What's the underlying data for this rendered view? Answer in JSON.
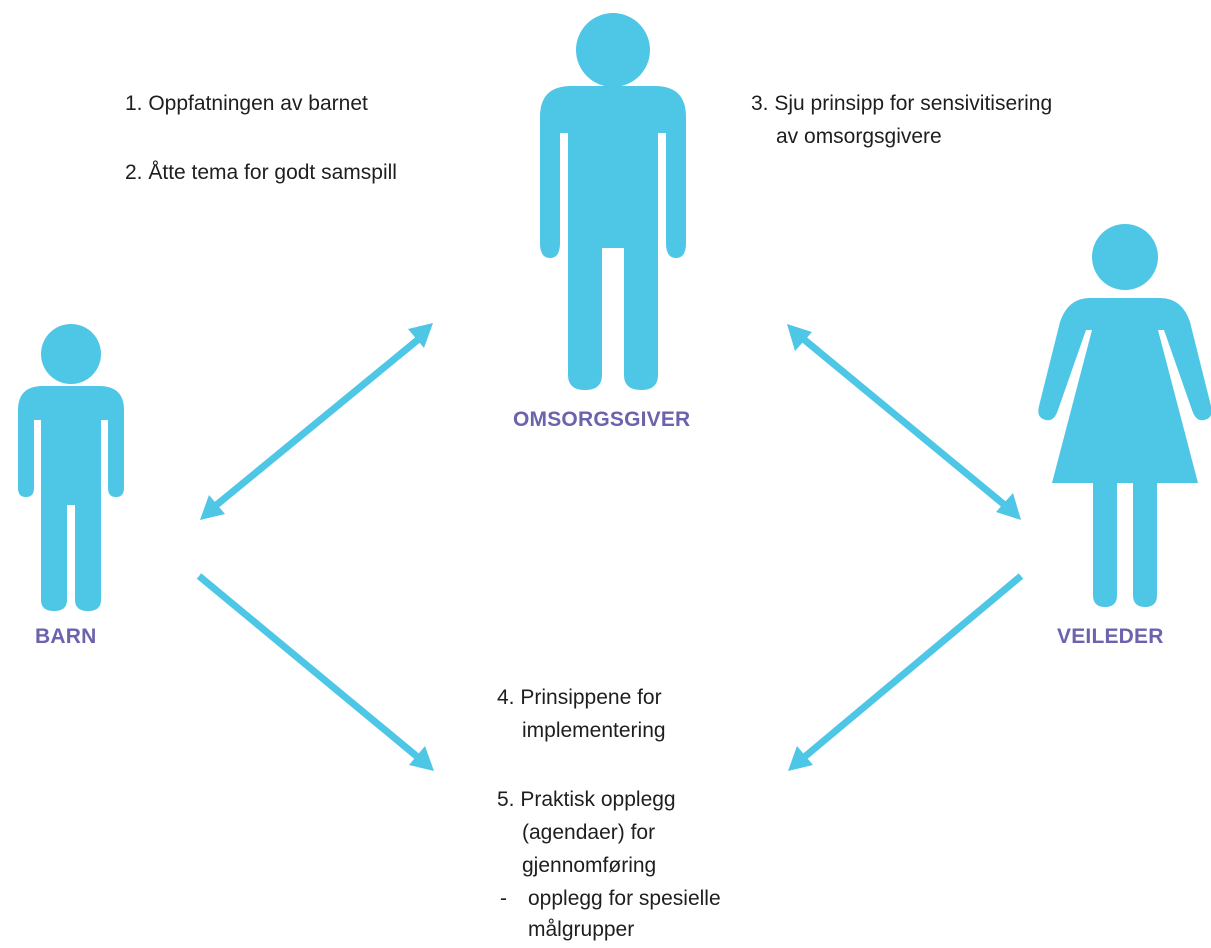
{
  "colors": {
    "figure": "#4ec6e6",
    "arrow": "#4ec6e6",
    "role_label": "#6b63ad",
    "text": "#1e1e1e"
  },
  "roles": {
    "caregiver": "OMSORGSGIVER",
    "child": "BARN",
    "supervisor": "VEILEDER"
  },
  "topics": {
    "t1": "1. Oppfatningen av barnet",
    "t2": "2. Åtte tema for godt samspill",
    "t3_line1": "3. Sju prinsipp for sensivitisering",
    "t3_line2": "av omsorgsgivere",
    "t4_line1": "4. Prinsippene for",
    "t4_line2": "implementering",
    "t5_line1": "5. Praktisk opplegg",
    "t5_line2": "(agendaer) for",
    "t5_line3": "gjennomføring",
    "t5_sub_dash": "-",
    "t5_sub_line1": "opplegg for spesielle",
    "t5_sub_line2": "målgrupper"
  },
  "icons": {
    "caregiver": "man-figure-icon",
    "child": "child-figure-icon",
    "supervisor": "woman-figure-icon"
  }
}
